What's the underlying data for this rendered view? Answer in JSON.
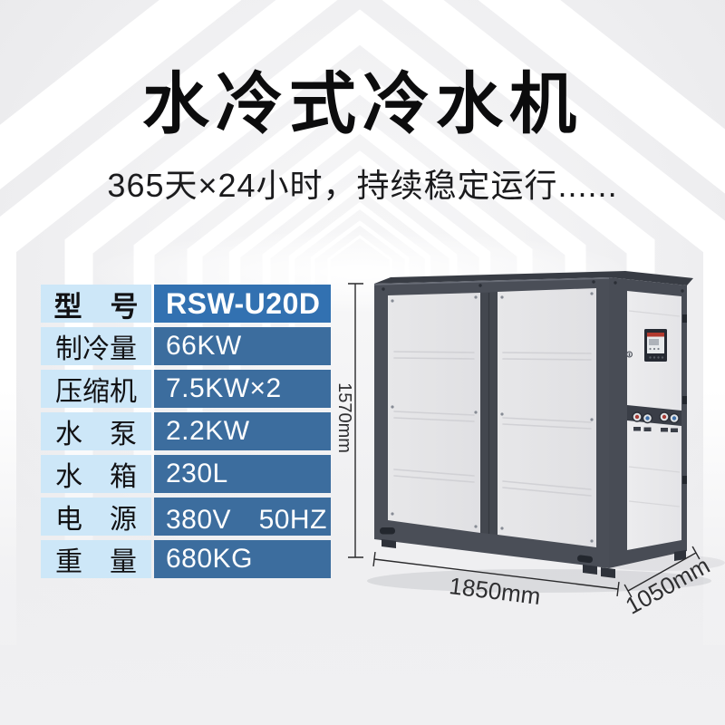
{
  "header": {
    "title": "水冷式冷水机",
    "subtitle": "365天×24小时，持续稳定运行......"
  },
  "specs": {
    "rows": [
      {
        "label": "型　号",
        "value": "RSW-U20D"
      },
      {
        "label": "制冷量",
        "value": "66KW"
      },
      {
        "label": "压缩机",
        "value": "7.5KW×2"
      },
      {
        "label": "水　泵",
        "value": "2.2KW"
      },
      {
        "label": "水　箱",
        "value": "230L"
      },
      {
        "label": "电　源",
        "value": "380V　50HZ"
      },
      {
        "label": "重　量",
        "value": "680KG"
      }
    ]
  },
  "dimensions": {
    "height": "1570mm",
    "width": "1850mm",
    "depth": "1050mm"
  },
  "colors": {
    "background": "#ededef",
    "pattern_band": "#ffffff",
    "spec_label_bg": "#cde7f8",
    "spec_value_bg": "#3c6d9e",
    "spec_value_bg_first": "#3271b1",
    "spec_value_text": "#ffffff",
    "machine_frame_dark": "#4a4e57",
    "machine_panel_light": "#e5e5e7",
    "machine_side_panel": "#ebebed",
    "gauge_red": "#a83c36",
    "gauge_blue": "#3e6fa9",
    "screen_accent_red": "#b23a2f",
    "dimension_line": "#2a2a2c"
  }
}
